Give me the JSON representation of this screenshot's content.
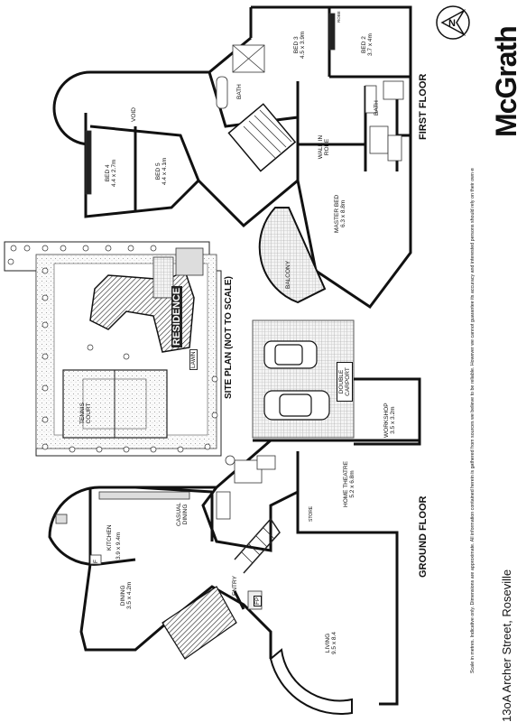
{
  "brand": {
    "name": "McGrath"
  },
  "address": "13oA Archer Street, Roseville",
  "disclaimer": "Scale in metres. Indicative only. Dimensions are approximate. All information contained herein is gathered from sources we believe to be reliable. However we cannot guarantee its accuracy and interested persons should rely on their own enquiries.",
  "floors": {
    "first": "FIRST FLOOR",
    "ground": "GROUND FLOOR",
    "site": "SITE PLAN (NOT TO SCALE)"
  },
  "rooms": {
    "bed3": {
      "name": "BED 3",
      "dims": "4.5 x 3.9m"
    },
    "bed2": {
      "name": "BED 2",
      "dims": "3.7 x 4m"
    },
    "bed4": {
      "name": "BED 4",
      "dims": "4.4 x 2.7m"
    },
    "bed5": {
      "name": "BED 5",
      "dims": "4.4 x 4.1m"
    },
    "master": {
      "name": "MASTER BED",
      "dims": "6.3 x 8.8m"
    },
    "walk": "WALK IN ROBE",
    "void": "VOID",
    "bath": "BATH",
    "bath2": "BATH",
    "balcony": "BALCONY",
    "kitchen": {
      "name": "KITCHEN",
      "dims": "3.9 x 9.4m"
    },
    "casual": "CASUAL DINING",
    "dining": {
      "name": "DINING",
      "dims": "3.5 x 4.2m"
    },
    "entry": "ENTRY",
    "living": {
      "name": "LIVING",
      "dims": "9.5 x 8.4"
    },
    "theatre": {
      "name": "HOME THEATRE",
      "dims": "5.2 x 6.8m"
    },
    "workshop": {
      "name": "WORKSHOP",
      "dims": "3.5 x 3.2m"
    },
    "carport": "DOUBLE CARPORT",
    "store": "STORE",
    "fp": "FP",
    "f": "F",
    "robe": "ROBE"
  },
  "site": {
    "residence": "RESIDENCE",
    "tennis": "TENNIS COURT",
    "lawn": "LAWN"
  }
}
